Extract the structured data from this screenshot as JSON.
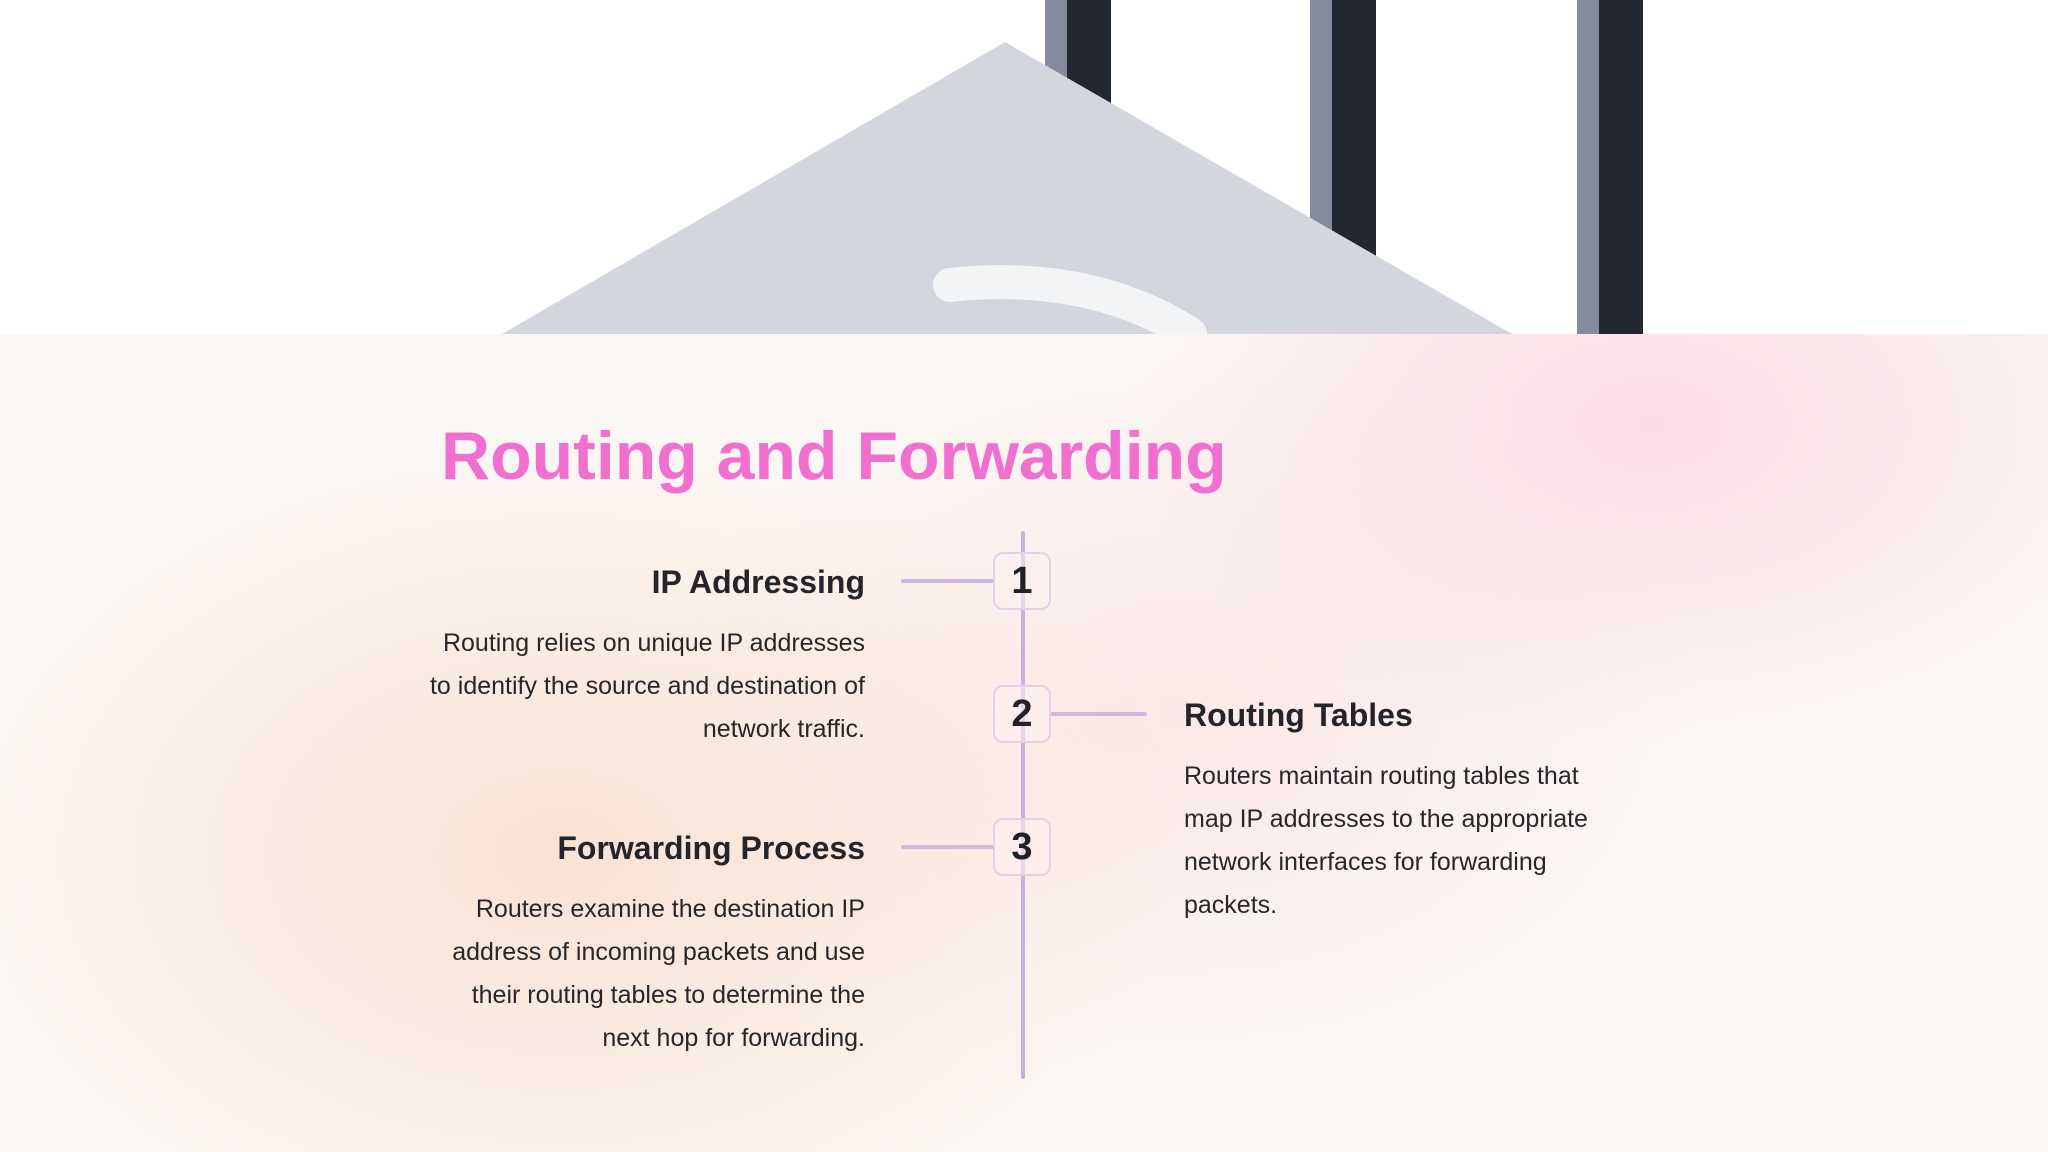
{
  "hero": {
    "image": "router-illustration"
  },
  "title": "Routing and Forwarding",
  "timeline": {
    "items": [
      {
        "number": "1",
        "title": "IP Addressing",
        "text": "Routing relies on unique IP addresses to identify the source and destination of network traffic."
      },
      {
        "number": "2",
        "title": "Routing Tables",
        "text": "Routers maintain routing tables that map IP addresses to the appropriate network interfaces for forwarding packets."
      },
      {
        "number": "3",
        "title": "Forwarding Process",
        "text": "Routers examine the destination IP address of incoming packets and use their routing tables to determine the next hop for forwarding."
      }
    ]
  },
  "colors": {
    "title": "#f06fcf",
    "timeline": "#c7b1df",
    "text": "#24242a"
  }
}
